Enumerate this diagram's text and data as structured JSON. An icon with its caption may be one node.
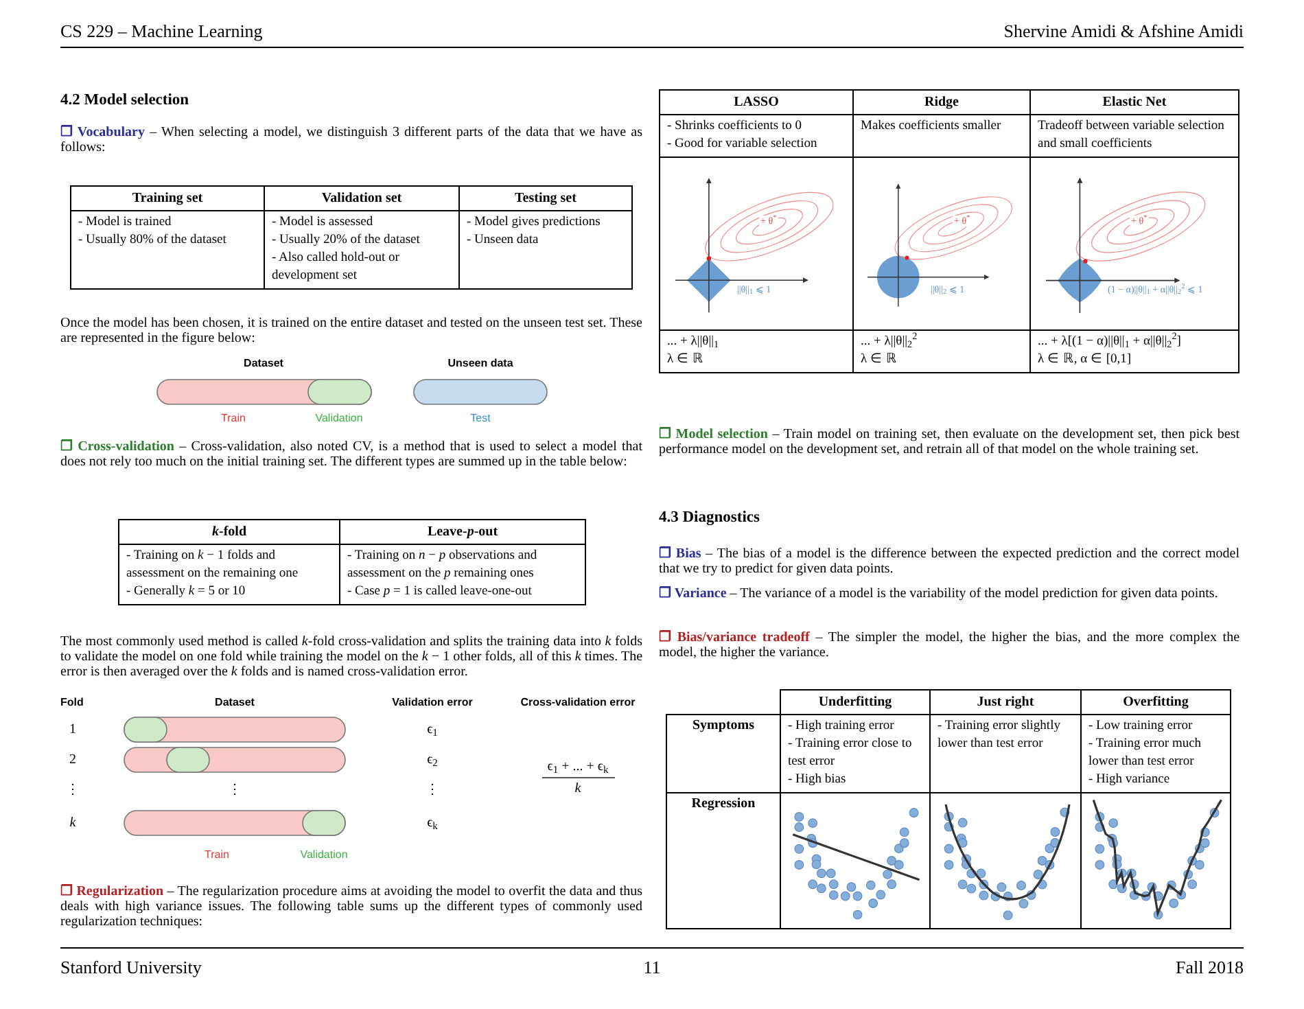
{
  "diagram": {
    "labels": [
      "CS 229 – Machine Learning",
      "Shervine Amidi & Afshine Amidi",
      "4.2 Model selection",
      "**❐ Vocabulary** – When selecting a model, we distinguish 3 different parts of the data that we have as follows:",
      "Training set",
      "Validation set",
      "Testing set",
      "- Model is trained",
      "- Usually 80% of the dataset",
      "- Model is assessed",
      "- Usually 20% of the dataset",
      "- Also called hold-out or development set",
      "- Model gives predictions",
      "- Unseen data",
      "Once the model has been chosen, it is trained on the entire dataset and tested on the unseen test set. These are represented in the figure below:",
      "Dataset",
      "Unseen data",
      "Train",
      "Validation",
      "Test",
      "**❐ Cross-validation** – Cross-validation, also noted CV, is a method that is used to select a model that does not rely too much on the initial training set. The different types are summed up in the table below:",
      "*k*-fold",
      "Leave-*p*-out",
      "- Training on *k* − 1 folds and assessment on the remaining one",
      "- Generally *k* = 5 or 10",
      "- Training on *n* − *p* observations and assessment on the *p* remaining ones",
      "- Case *p* = 1 is called leave-one-out",
      "The most commonly used method is called *k*-fold cross-validation and splits the training data into *k* folds to validate the model on one fold while training the model on the *k* − 1 other folds, all of this *k* times. The error is then averaged over the *k* folds and is named cross-validation error.",
      "Fold",
      "Dataset",
      "Validation error",
      "Cross-validation error",
      "1",
      "ϵ$_{1}$",
      "2",
      "ϵ$_{2}$",
      "⋮",
      "⋮",
      "⋮",
      "*k*",
      "ϵ$_{k}$",
      "ϵ$_{1}$ + ... + ϵ$_{k}$",
      "*k*",
      "Train",
      "Validation",
      "**❐ Regularization** – The regularization procedure aims at avoiding the model to overfit the data and thus deals with high variance issues. The following table sums up the different types of commonly used regularization techniques:",
      "Stanford University",
      "11",
      "Fall 2018",
      "LASSO",
      "Ridge",
      "Elastic Net",
      "- Shrinks coefficients to 0",
      "- Good for variable selection",
      "Makes coefficients smaller",
      "Tradeoff between variable selection and small coefficients",
      "+ θ$^{*}$",
      "||θ||$_{1}$ ⩽ 1",
      "+ θ$^{*}$",
      "||θ||$_{2}$ ⩽ 1",
      "+ θ$^{*}$",
      "(1 − α)||θ||$_{1}$ + α||θ||$_{2}$$^{2}$ ⩽ 1",
      "... + λ||θ||$_{1}$",
      "λ ∈ ℝ",
      "... + λ||θ||$_{2}$$^{2}$",
      "λ ∈ ℝ",
      "... + λ[(1 − α)||θ||$_{1}$ + α||θ||$_{2}$$^{2}$]",
      "λ ∈ ℝ,   α ∈ [0,1]",
      "**❐ Model selection** – Train model on training set, then evaluate on the development set, then pick best performance model on the development set, and retrain all of that model on the whole training set.",
      "4.3 Diagnostics",
      "**❐ Bias** – The bias of a model is the difference between the expected prediction and the correct model that we try to predict for given data points.",
      "**❐ Variance** – The variance of a model is the variability of the model prediction for given data points.",
      "**❐ Bias/variance tradeoff** – The simpler the model, the higher the bias, and the more complex the model, the higher the variance.",
      "Underfitting",
      "Just right",
      "Overfitting",
      "Symptoms",
      "- High training error",
      "- Training error close to test error",
      "- High bias",
      "- Training error slightly lower than test error",
      "- Low training error",
      "- Training error much lower than test error",
      "- High variance",
      "Regression"
    ]
  }
}
